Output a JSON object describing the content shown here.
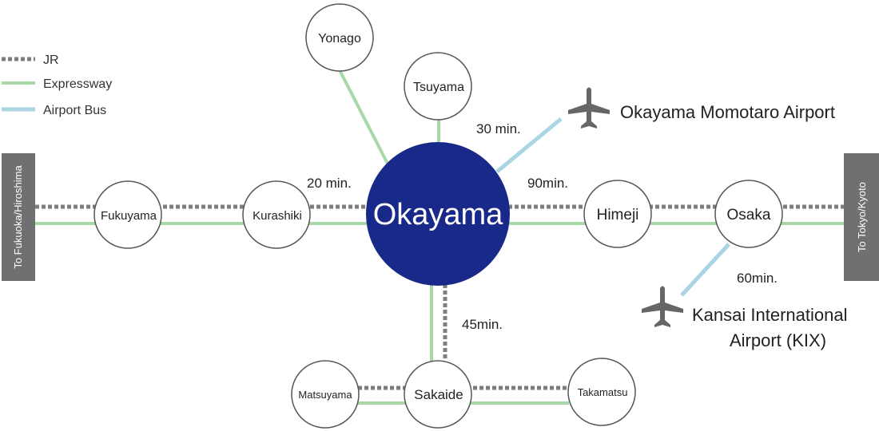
{
  "colors": {
    "jr": "#7d7d7d",
    "expressway": "#a8d8a8",
    "airport_bus": "#a9d6e2",
    "hub": "#19298a",
    "node_stroke": "#555555",
    "side_bar": "#707070",
    "plane": "#666666"
  },
  "legend": {
    "jr": "JR",
    "expressway": "Expressway",
    "airport_bus": "Airport Bus"
  },
  "side_bars": {
    "left": "To Fukuoka/Hiroshima",
    "right": "To Tokyo/Kyoto"
  },
  "nodes": {
    "hub": "Okayama",
    "yonago": "Yonago",
    "tsuyama": "Tsuyama",
    "fukuyama": "Fukuyama",
    "kurashiki": "Kurashiki",
    "himeji": "Himeji",
    "osaka": "Osaka",
    "sakaide": "Sakaide",
    "matsuyama": "Matsuyama",
    "takamatsu": "Takamatsu"
  },
  "times": {
    "kurashiki": "20 min.",
    "momotaro_airport": "30 min.",
    "himeji": "90min.",
    "kix": "60min.",
    "sakaide": "45min."
  },
  "airports": {
    "momotaro": "Okayama Momotaro Airport",
    "kix_line1": "Kansai International",
    "kix_line2": "Airport (KIX)"
  }
}
